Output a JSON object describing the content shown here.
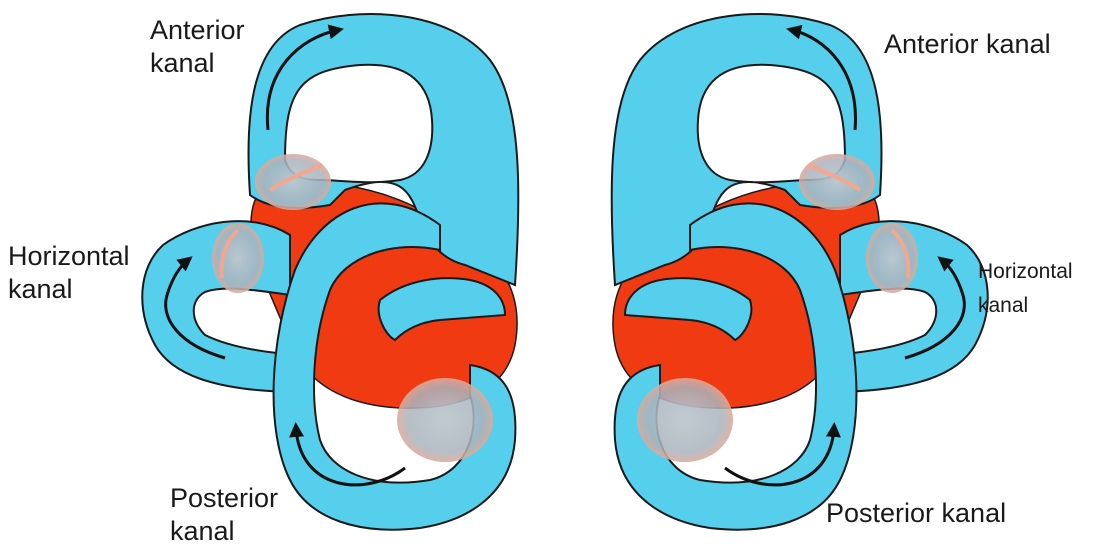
{
  "colors": {
    "canal": "#56CFEC",
    "vestibule": "#F03A12",
    "outline": "#1a1a1a",
    "ampulla_cupula": "#F4A78E",
    "background": "#ffffff"
  },
  "left_ear": {
    "anterior_label": {
      "line1": "Anterior",
      "line2": "kanal"
    },
    "horizontal_label": {
      "line1": "Horizontal",
      "line2": "kanal"
    },
    "posterior_label": {
      "line1": "Posterior",
      "line2": "kanal"
    }
  },
  "right_ear": {
    "anterior_label": {
      "line1": "Anterior kanal"
    },
    "horizontal_label": {
      "line1": "Horizontal",
      "line2": "kanal"
    },
    "posterior_label": {
      "line1": "Posterior kanal"
    }
  }
}
